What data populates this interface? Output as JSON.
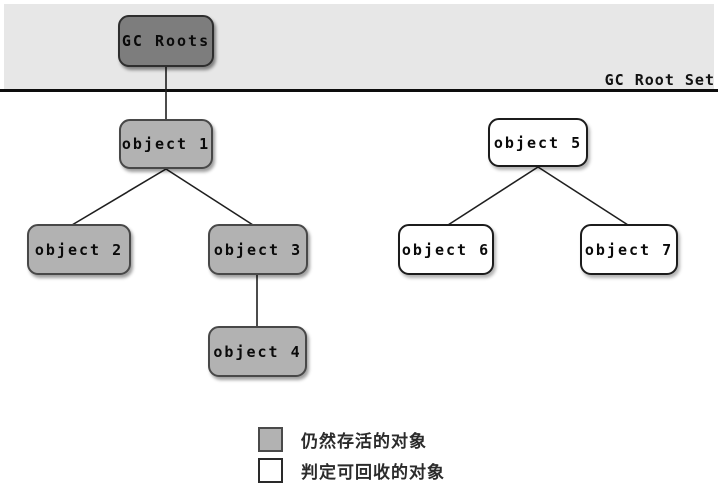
{
  "root_set_label": "GC Root Set",
  "nodes": {
    "gc_roots": {
      "label": "GC Roots",
      "kind": "root"
    },
    "object1": {
      "label": "object 1",
      "kind": "alive"
    },
    "object2": {
      "label": "object 2",
      "kind": "alive"
    },
    "object3": {
      "label": "object 3",
      "kind": "alive"
    },
    "object4": {
      "label": "object 4",
      "kind": "alive"
    },
    "object5": {
      "label": "object 5",
      "kind": "recyclable"
    },
    "object6": {
      "label": "object 6",
      "kind": "recyclable"
    },
    "object7": {
      "label": "object 7",
      "kind": "recyclable"
    }
  },
  "edges": [
    {
      "from": "gc_roots",
      "to": "object1"
    },
    {
      "from": "object1",
      "to": "object2"
    },
    {
      "from": "object1",
      "to": "object3"
    },
    {
      "from": "object3",
      "to": "object4"
    },
    {
      "from": "object5",
      "to": "object6"
    },
    {
      "from": "object5",
      "to": "object7"
    }
  ],
  "legend": {
    "alive": {
      "label": "仍然存活的对象",
      "swatch_color": "#b2b2b2"
    },
    "recyclable": {
      "label": "判定可回收的对象",
      "swatch_color": "#ffffff"
    }
  },
  "colors": {
    "band_fill": "#e7e7e7",
    "root_fill": "#7d7d7d",
    "alive_fill": "#b2b2b2",
    "recyclable_fill": "#ffffff",
    "line": "#1f1f1f"
  }
}
